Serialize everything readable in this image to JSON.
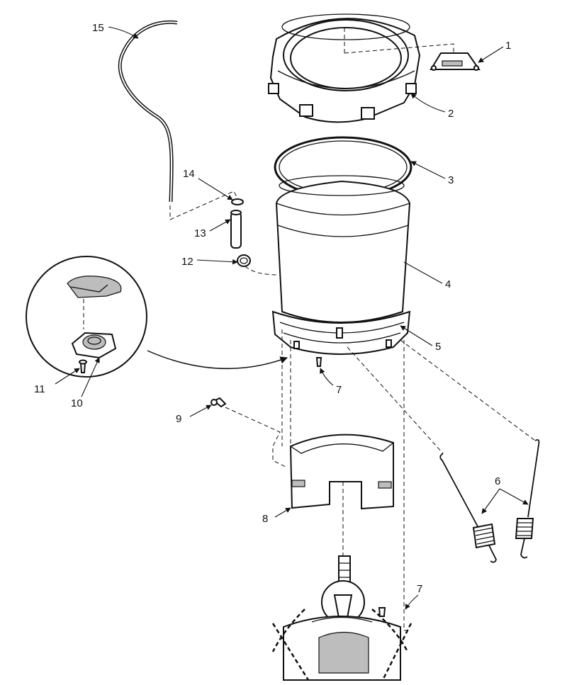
{
  "diagram": {
    "callouts": [
      "1",
      "2",
      "3",
      "4",
      "5",
      "6",
      "7",
      "7",
      "8",
      "9",
      "10",
      "11",
      "12",
      "13",
      "14",
      "15"
    ]
  }
}
